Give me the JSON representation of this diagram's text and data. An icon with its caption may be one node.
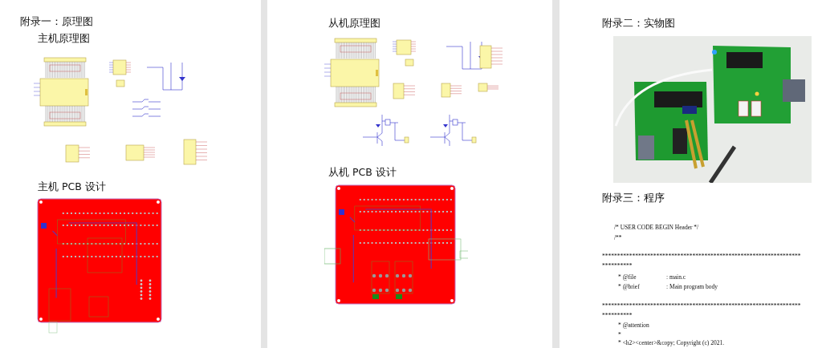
{
  "diagram": {
    "labels": [
      "附录一：原理图",
      "主机原理图",
      "主机 PCB 设计",
      "从机原理图",
      "从机 PCB 设计",
      "附录二：实物图",
      "附录三：程序",
      "/* USER CODE BEGIN Header */",
      "/**",
      "****************************************************************************",
      "* @file",
      ": main.c",
      "* @brief",
      ": Main program body",
      "****************************************************************************",
      "* @attention",
      "*",
      "* <h2><center>&copy; Copyright (c) 2021."
    ]
  }
}
